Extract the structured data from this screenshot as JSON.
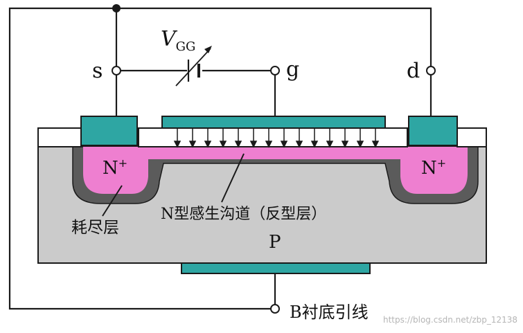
{
  "labels": {
    "vgg_main": "V",
    "vgg_sub": "GG",
    "source": "s",
    "gate": "g",
    "drain": "d",
    "nplus_left_main": "N",
    "nplus_left_sup": "+",
    "nplus_right_main": "N",
    "nplus_right_sup": "+",
    "depletion": "耗尽层",
    "channel": "N型感生沟道（反型层）",
    "substrate_type": "P",
    "body_lead": "B衬底引线",
    "watermark": "https://blog.csdn.net/zbp_12138"
  },
  "colors": {
    "substrate": "#cbcbcb",
    "oxide": "#ffffff",
    "metal": "#2ea6a3",
    "nplus": "#ee7fd0",
    "depletion": "#5b5b5b",
    "wire": "#1a1a1a"
  }
}
